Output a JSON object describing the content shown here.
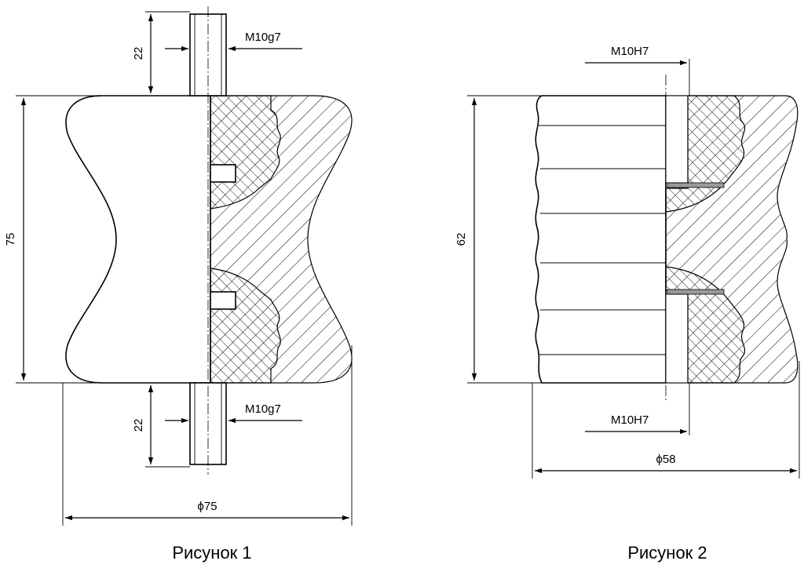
{
  "figure1": {
    "caption": "Рисунок 1",
    "dims": {
      "thread_top": "M10g7",
      "thread_bottom": "M10g7",
      "height": "75",
      "stud_top": "22",
      "stud_bottom": "22",
      "diameter": "ϕ75"
    }
  },
  "figure2": {
    "caption": "Рисунок 2",
    "dims": {
      "thread_top": "M10H7",
      "thread_bottom": "M10H7",
      "height": "62",
      "diameter": "ϕ58"
    }
  },
  "colors": {
    "line": "#000000",
    "background": "#ffffff"
  }
}
